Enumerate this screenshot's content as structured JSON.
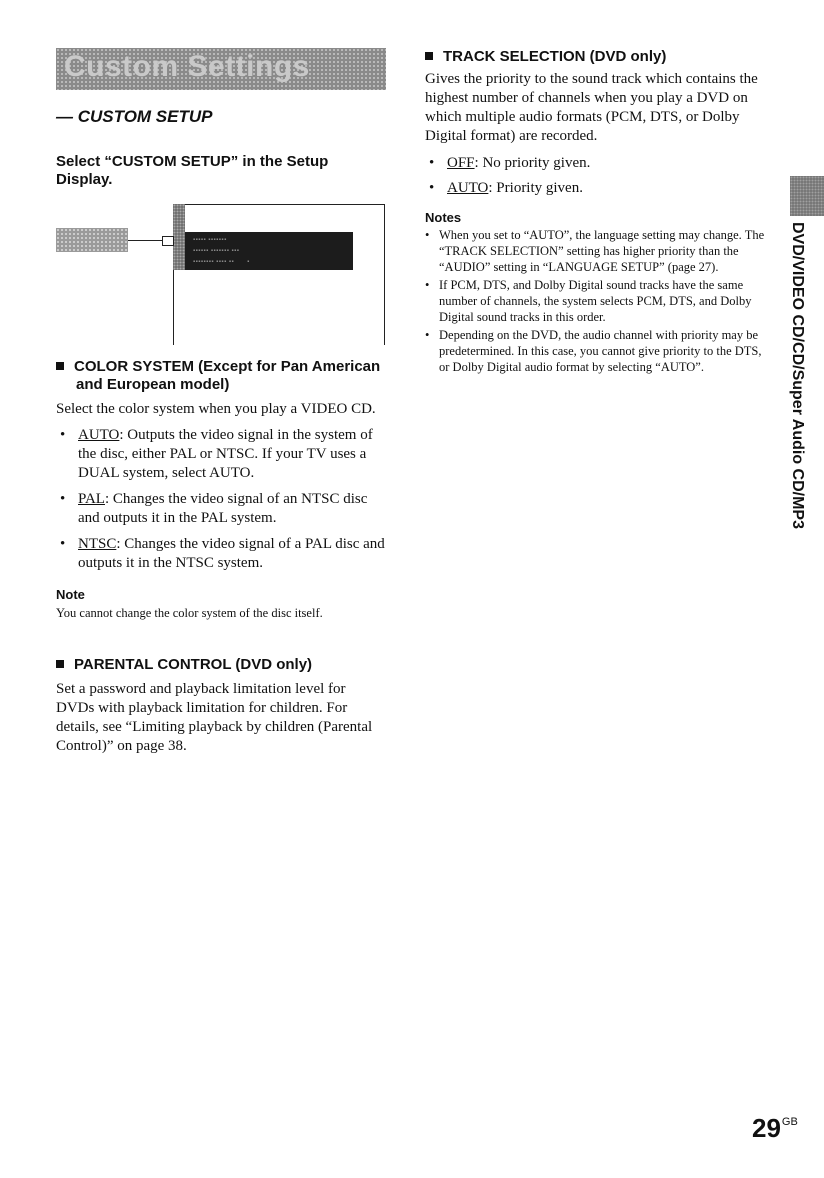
{
  "header": {
    "banner_title": "Custom Settings",
    "section_title": "— CUSTOM SETUP",
    "instruction": "Select “CUSTOM SETUP” in the Setup Display."
  },
  "color_system": {
    "heading": "COLOR SYSTEM (Except for Pan American and European model)",
    "intro": "Select the color system when you play a VIDEO CD.",
    "options": [
      {
        "label": "AUTO",
        "text": ": Outputs the video signal in the system of the disc, either PAL or NTSC. If your TV uses a DUAL system, select AUTO."
      },
      {
        "label": "PAL",
        "text": ": Changes the video signal of an NTSC disc and outputs it in the PAL system."
      },
      {
        "label": "NTSC",
        "text": ": Changes the video signal of a PAL disc and outputs it in the NTSC system."
      }
    ],
    "note_heading": "Note",
    "note_text": "You cannot change the color system of the disc itself."
  },
  "parental_control": {
    "heading": "PARENTAL CONTROL (DVD only)",
    "text": "Set a password and playback limitation level for DVDs with playback limitation for children. For details, see “Limiting playback by children (Parental Control)” on page 38."
  },
  "track_selection": {
    "heading": "TRACK SELECTION (DVD only)",
    "intro": "Gives the priority to the sound track which contains the highest number of channels when you play a DVD on which multiple audio formats (PCM, DTS, or Dolby Digital format) are recorded.",
    "options": [
      {
        "label": "OFF",
        "text": ": No priority given."
      },
      {
        "label": "AUTO",
        "text": ": Priority given."
      }
    ],
    "notes_heading": "Notes",
    "notes": [
      "When you set to “AUTO”, the language setting may change. The “TRACK SELECTION” setting has higher priority than the “AUDIO” setting in “LANGUAGE SETUP” (page 27).",
      "If PCM, DTS, and Dolby Digital sound tracks have the same number of channels, the system selects PCM, DTS, and Dolby Digital sound tracks in this order.",
      "Depending on the DVD, the audio channel with priority may be predetermined. In this case, you cannot give priority to the DTS, or Dolby Digital audio format by selecting “AUTO”."
    ]
  },
  "side_tab": {
    "label": "DVD/VIDEO CD/CD/Super Audio CD/MP3"
  },
  "footer": {
    "page_number": "29",
    "region": "GB"
  }
}
